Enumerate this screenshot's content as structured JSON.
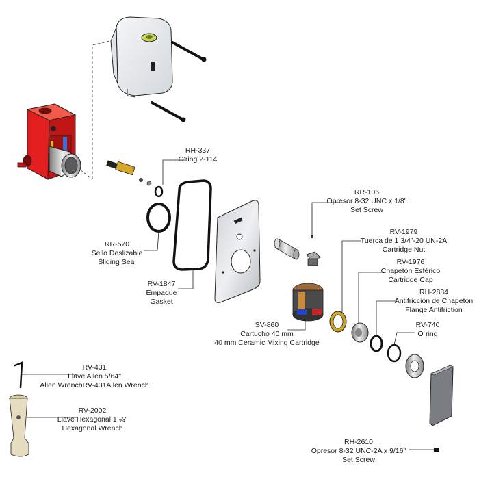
{
  "parts": [
    {
      "id": "rh337",
      "code": "RH-337",
      "lines": [
        "O'ring  2-114"
      ]
    },
    {
      "id": "rr570",
      "code": "RR-570",
      "lines": [
        "Sello Deslizable",
        "Sliding Seal"
      ]
    },
    {
      "id": "rv1847",
      "code": "RV-1847",
      "lines": [
        "Empaque",
        "Gasket"
      ]
    },
    {
      "id": "rr106",
      "code": "RR-106",
      "lines": [
        "Opresor 8-32  UNC x 1/8\"",
        "Set Screw"
      ]
    },
    {
      "id": "rv1979",
      "code": "RV-1979",
      "lines": [
        "Tuerca de  1 3/4\"-20 UN-2A",
        "Cartridge Nut"
      ]
    },
    {
      "id": "rv1976",
      "code": "RV-1976",
      "lines": [
        "Chapetón Esférico",
        "Cartridge Cap"
      ]
    },
    {
      "id": "rh2834",
      "code": "RH-2834",
      "lines": [
        "Antifricción de Chapetón",
        "Flange Antifriction"
      ]
    },
    {
      "id": "rv740",
      "code": "RV-740",
      "lines": [
        "O´ring"
      ]
    },
    {
      "id": "sv860",
      "code": "SV-860",
      "lines": [
        "Cartucho 40 mm",
        "40 mm Ceramic Mixing Cartridge"
      ]
    },
    {
      "id": "rv431",
      "code": "RV-431",
      "lines": [
        "Llave Allen 5/64\"",
        "Allen WrenchRV-431Allen Wrench"
      ]
    },
    {
      "id": "rv2002",
      "code": "RV-2002",
      "lines": [
        "Llave Hexagonal 1 ¼\"",
        "Hexagonal Wrench"
      ]
    },
    {
      "id": "rh2610",
      "code": "RH-2610",
      "lines": [
        "Opresor 8-32 UNC-2A x 9/16\"",
        "Set Screw"
      ]
    }
  ]
}
